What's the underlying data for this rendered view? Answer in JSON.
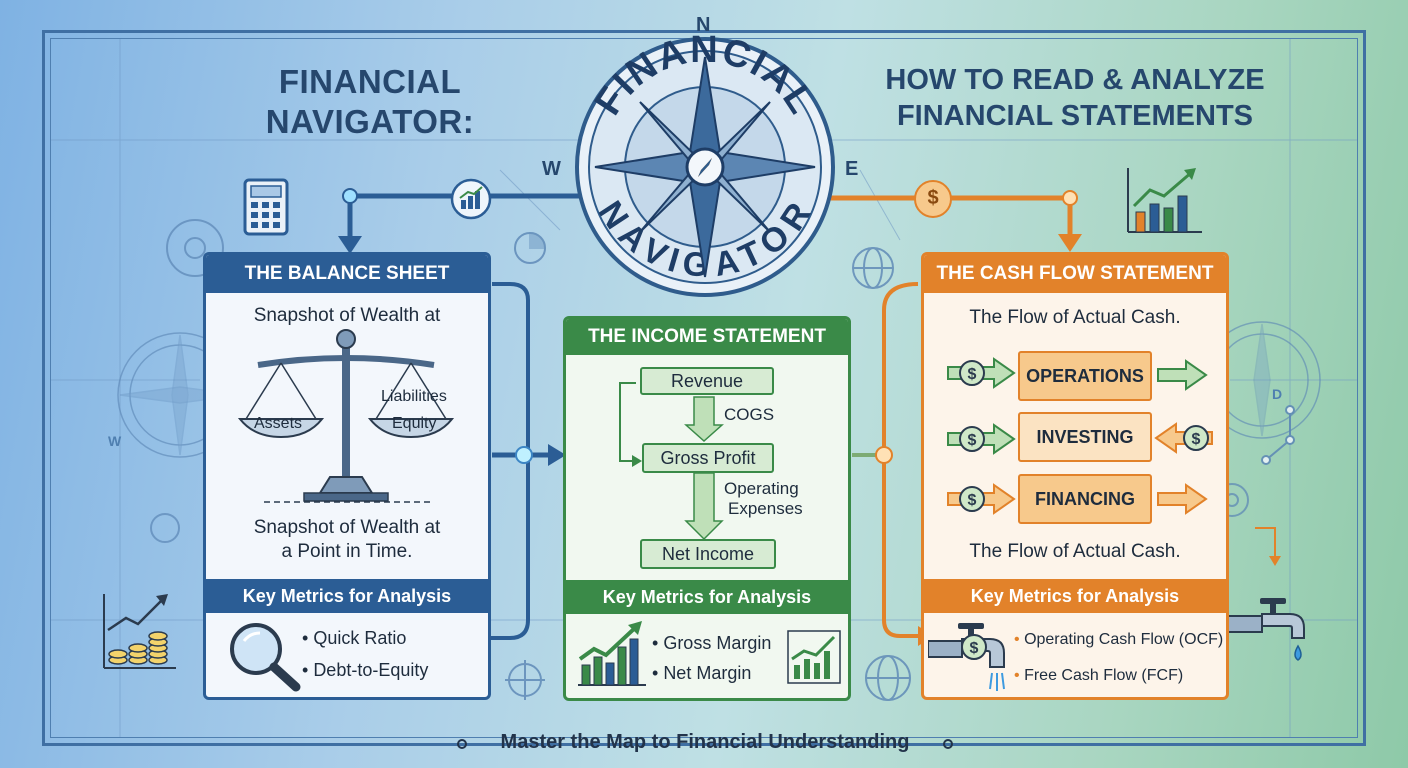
{
  "titles": {
    "left": "FINANCIAL NAVIGATOR:",
    "right": "HOW TO READ & ANALYZE FINANCIAL STATEMENTS"
  },
  "compass": {
    "ring_top": "FINANCIAL",
    "ring_bottom": "NAVIGATOR",
    "north": "N",
    "west": "W",
    "east": "E",
    "small_west": "W",
    "small_east": "D"
  },
  "balance_sheet": {
    "header": "THE BALANCE SHEET",
    "subtitle": "Snapshot of Wealth at",
    "scale_left": "Assets",
    "scale_right_top": "Liabilities",
    "scale_right_bottom": "Equity",
    "caption_line1": "Snapshot of Wealth at",
    "caption_line2": "a Point in Time.",
    "metrics_header": "Key Metrics for Analysis",
    "metrics": [
      "Quick Ratio",
      "Debt-to-Equity"
    ]
  },
  "income_statement": {
    "header": "THE INCOME STATEMENT",
    "revenue": "Revenue",
    "cogs": "COGS",
    "gross_profit": "Gross Profit",
    "opex_line1": "Operating",
    "opex_line2": "Expenses",
    "net_income": "Net Income",
    "metrics_header": "Key Metrics for Analysis",
    "metrics": [
      "Gross Margin",
      "Net Margin"
    ]
  },
  "cash_flow": {
    "header": "THE CASH FLOW STATEMENT",
    "subtitle": "The Flow of Actual Cash.",
    "activities": [
      "OPERATIONS",
      "INVESTING",
      "FINANCING"
    ],
    "caption": "The Flow of Actual Cash.",
    "metrics_header": "Key Metrics for Analysis",
    "metrics": [
      "Operating Cash Flow (OCF)",
      "Free Cash Flow (FCF)"
    ]
  },
  "icons": {
    "dollar_symbol": "$"
  },
  "footer": "Master the Map to Financial Understanding",
  "colors": {
    "navy": "#2b5d95",
    "green": "#3a8a48",
    "orange": "#e2822a",
    "title": "#26476d"
  }
}
